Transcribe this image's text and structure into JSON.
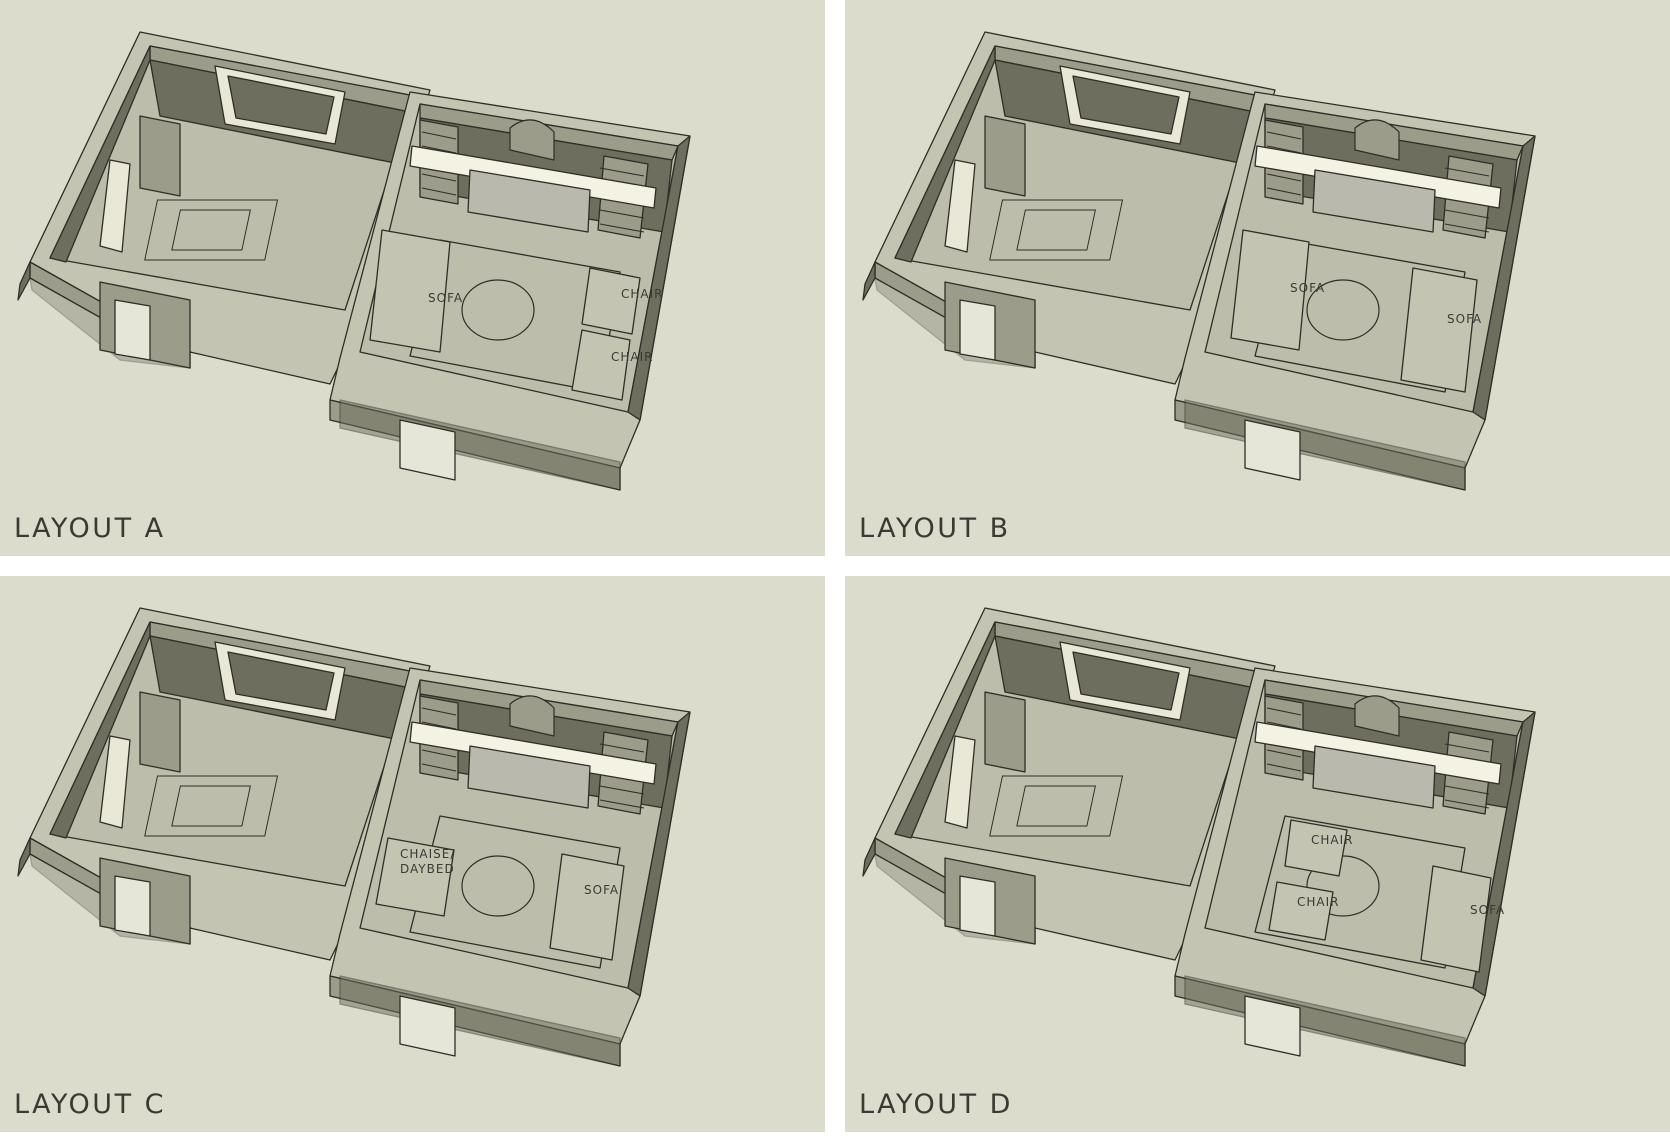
{
  "panels": [
    {
      "caption": "LAYOUT A",
      "labels": {
        "left": "SOFA",
        "right_top": "CHAIR",
        "right_bottom": "CHAIR"
      }
    },
    {
      "caption": "LAYOUT B",
      "labels": {
        "left": "SOFA",
        "right": "SOFA"
      }
    },
    {
      "caption": "LAYOUT C",
      "labels": {
        "left_line1": "CHAISE/",
        "left_line2": "DAYBED",
        "right": "SOFA"
      }
    },
    {
      "caption": "LAYOUT D",
      "labels": {
        "left_top": "CHAIR",
        "left_bottom": "CHAIR",
        "right": "SOFA"
      }
    }
  ],
  "colors": {
    "background": "#dcdccc",
    "wall_dark": "#6e6e5e",
    "wall_mid": "#9c9c8a",
    "wall_light": "#c4c4b2",
    "floor": "#bdbdac",
    "mantel": "#f4f2e2",
    "screen": "#b9b9ad",
    "line": "#2e2e28"
  }
}
